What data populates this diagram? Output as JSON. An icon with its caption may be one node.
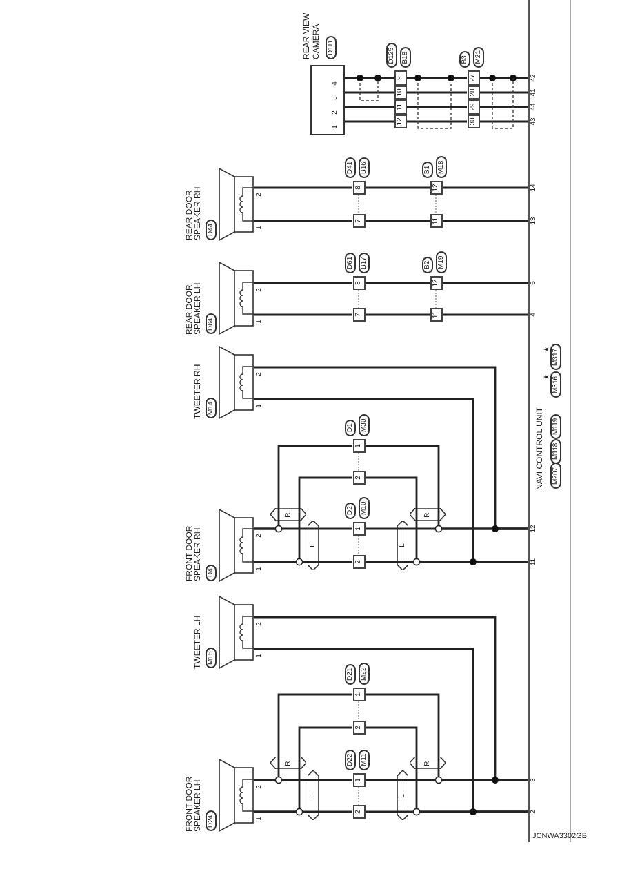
{
  "diagram": {
    "nodes": [
      {
        "text": [
          "FRONT DOOR SPEAKER LH",
          "D24"
        ]
      },
      {
        "text": [
          "TWEETER LH",
          "M15"
        ]
      },
      {
        "text": [
          "FRONT DOOR SPEAKER RH",
          "D4"
        ]
      },
      {
        "text": [
          "TWEETER RH",
          "M14"
        ]
      },
      {
        "text": [
          "REAR DOOR SPEAKER LH",
          "D64"
        ]
      },
      {
        "text": [
          "REAR DOOR SPEAKER RH",
          "D44"
        ]
      },
      {
        "text": [
          "REAR VIEW CAMERA",
          "D111"
        ]
      },
      {
        "text": [
          "NAVI CONTROL UNIT",
          "M207",
          "M118",
          "M119",
          "M316",
          "M317"
        ]
      },
      {
        "text": [
          "1"
        ],
        "beside": [
          "D21",
          "M22"
        ]
      },
      {
        "text": [
          "2"
        ]
      },
      {
        "text": [
          "1"
        ],
        "beside": [
          "D22",
          "M11"
        ]
      },
      {
        "text": [
          "2"
        ]
      },
      {
        "text": [
          "1"
        ],
        "beside": [
          "D1",
          "M30"
        ]
      },
      {
        "text": [
          "2"
        ]
      },
      {
        "text": [
          "1"
        ],
        "beside": [
          "D2",
          "M10"
        ]
      },
      {
        "text": [
          "2"
        ]
      },
      {
        "text": [
          "8"
        ],
        "beside": [
          "D61",
          "B17"
        ]
      },
      {
        "text": [
          "7"
        ]
      },
      {
        "text": [
          "12"
        ],
        "beside": [
          "B2",
          "M19"
        ]
      },
      {
        "text": [
          "11"
        ]
      },
      {
        "text": [
          "8"
        ],
        "beside": [
          "D41",
          "B16"
        ]
      },
      {
        "text": [
          "7"
        ]
      },
      {
        "text": [
          "12"
        ],
        "beside": [
          "B1",
          "M18"
        ]
      },
      {
        "text": [
          "11"
        ]
      },
      {
        "text": [
          "9"
        ],
        "beside": [
          "D125",
          "B18"
        ]
      },
      {
        "text": [
          "10"
        ]
      },
      {
        "text": [
          "11"
        ]
      },
      {
        "text": [
          "12"
        ]
      },
      {
        "text": [
          "27"
        ],
        "beside": [
          "B3",
          "M21"
        ]
      },
      {
        "text": [
          "28"
        ]
      },
      {
        "text": [
          "29"
        ]
      },
      {
        "text": [
          "30"
        ]
      }
    ],
    "edges": [
      {
        "from": 0,
        "to": 10,
        "arrow": "none"
      },
      {
        "from": 0,
        "to": 8,
        "arrow": "none"
      },
      {
        "from": 10,
        "to": 7,
        "arrow": "none"
      },
      {
        "from": 8,
        "to": 7,
        "arrow": "none"
      },
      {
        "from": 0,
        "to": 11,
        "arrow": "none"
      },
      {
        "from": 0,
        "to": 9,
        "arrow": "none"
      },
      {
        "from": 11,
        "to": 7,
        "arrow": "none"
      },
      {
        "from": 9,
        "to": 7,
        "arrow": "none"
      },
      {
        "from": 1,
        "to": 7,
        "arrow": "none"
      },
      {
        "from": 1,
        "to": 7,
        "arrow": "none"
      },
      {
        "from": 2,
        "to": 14,
        "arrow": "none"
      },
      {
        "from": 2,
        "to": 12,
        "arrow": "none"
      },
      {
        "from": 14,
        "to": 7,
        "arrow": "none"
      },
      {
        "from": 12,
        "to": 7,
        "arrow": "none"
      },
      {
        "from": 2,
        "to": 15,
        "arrow": "none"
      },
      {
        "from": 2,
        "to": 13,
        "arrow": "none"
      },
      {
        "from": 15,
        "to": 7,
        "arrow": "none"
      },
      {
        "from": 13,
        "to": 7,
        "arrow": "none"
      },
      {
        "from": 3,
        "to": 7,
        "arrow": "none"
      },
      {
        "from": 3,
        "to": 7,
        "arrow": "none"
      },
      {
        "from": 4,
        "to": 16,
        "arrow": "none"
      },
      {
        "from": 16,
        "to": 18,
        "arrow": "none"
      },
      {
        "from": 18,
        "to": 7,
        "arrow": "none"
      },
      {
        "from": 4,
        "to": 17,
        "arrow": "none"
      },
      {
        "from": 17,
        "to": 19,
        "arrow": "none"
      },
      {
        "from": 19,
        "to": 7,
        "arrow": "none"
      },
      {
        "from": 5,
        "to": 20,
        "arrow": "none"
      },
      {
        "from": 20,
        "to": 22,
        "arrow": "none"
      },
      {
        "from": 22,
        "to": 7,
        "arrow": "none"
      },
      {
        "from": 5,
        "to": 21,
        "arrow": "none"
      },
      {
        "from": 21,
        "to": 23,
        "arrow": "none"
      },
      {
        "from": 23,
        "to": 7,
        "arrow": "none"
      },
      {
        "from": 6,
        "to": 24,
        "arrow": "none"
      },
      {
        "from": 24,
        "to": 28,
        "arrow": "none"
      },
      {
        "from": 28,
        "to": 7,
        "arrow": "none"
      },
      {
        "from": 6,
        "to": 25,
        "arrow": "none"
      },
      {
        "from": 25,
        "to": 29,
        "arrow": "none"
      },
      {
        "from": 29,
        "to": 7,
        "arrow": "none"
      },
      {
        "from": 6,
        "to": 26,
        "arrow": "none"
      },
      {
        "from": 26,
        "to": 30,
        "arrow": "none"
      },
      {
        "from": 30,
        "to": 7,
        "arrow": "none"
      },
      {
        "from": 6,
        "to": 27,
        "arrow": "none"
      },
      {
        "from": 27,
        "to": 31,
        "arrow": "none"
      },
      {
        "from": 31,
        "to": 7,
        "arrow": "none"
      },
      {
        "from": 8,
        "to": 9,
        "arrow": "none",
        "style": "dashed",
        "color": "#999999"
      },
      {
        "from": 10,
        "to": 11,
        "arrow": "none",
        "style": "dashed",
        "color": "#999999"
      },
      {
        "from": 12,
        "to": 13,
        "arrow": "none",
        "style": "dashed",
        "color": "#999999"
      },
      {
        "from": 14,
        "to": 15,
        "arrow": "none",
        "style": "dashed",
        "color": "#999999"
      },
      {
        "from": 16,
        "to": 17,
        "arrow": "none",
        "style": "dashed",
        "color": "#999999"
      },
      {
        "from": 18,
        "to": 19,
        "arrow": "none",
        "style": "dashed",
        "color": "#999999"
      },
      {
        "from": 20,
        "to": 21,
        "arrow": "none",
        "style": "dashed",
        "color": "#999999"
      },
      {
        "from": 22,
        "to": 23,
        "arrow": "none",
        "style": "dashed",
        "color": "#999999"
      }
    ],
    "labels": [
      "2",
      "1",
      "2",
      "1",
      "2",
      "1",
      "2",
      "1",
      "2",
      "1",
      "2",
      "1",
      "4",
      "3",
      "2",
      "1",
      "3",
      "2",
      "12",
      "11",
      "5",
      "4",
      "14",
      "13",
      "42",
      "41",
      "44",
      "43",
      "R",
      "L",
      "L",
      "R",
      "R",
      "L",
      "L",
      "R",
      "JCNWA3302GB"
    ]
  }
}
